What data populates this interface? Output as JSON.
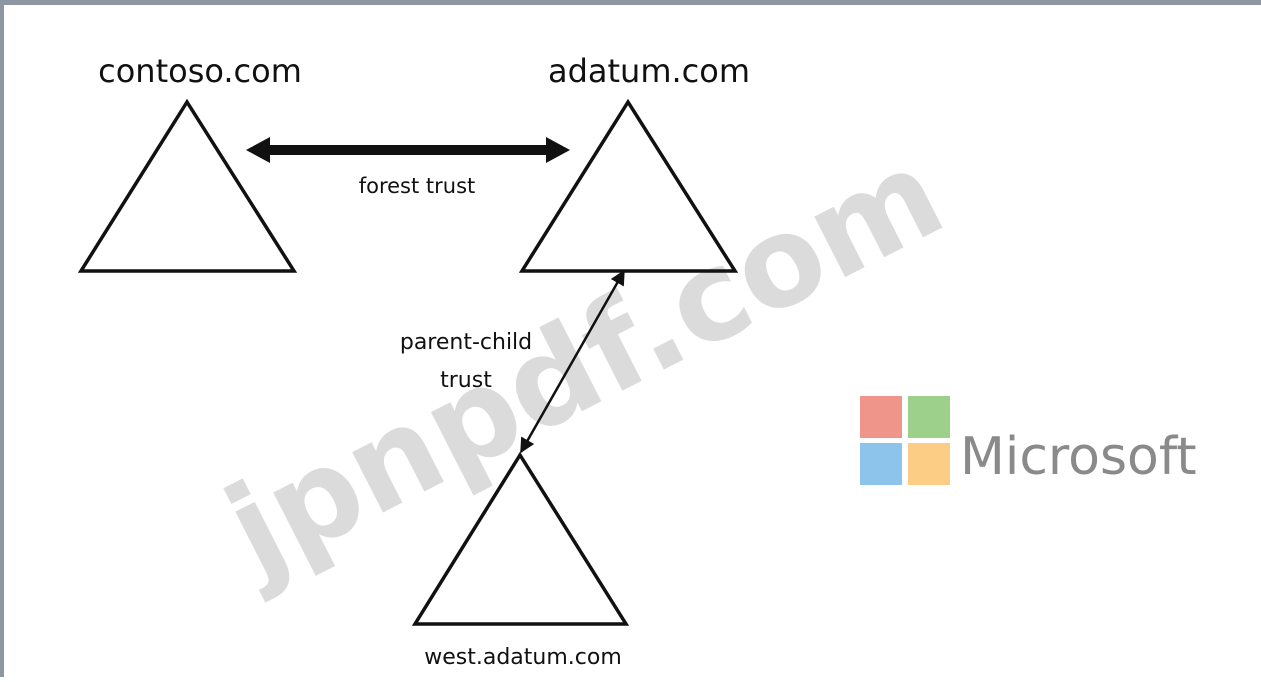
{
  "diagram": {
    "domains": [
      {
        "id": "contoso",
        "label": "contoso.com"
      },
      {
        "id": "adatum",
        "label": "adatum.com"
      },
      {
        "id": "west",
        "label": "west.adatum.com"
      }
    ],
    "trusts": [
      {
        "id": "forest",
        "label": "forest trust",
        "from": "contoso.com",
        "to": "adatum.com",
        "direction": "two-way"
      },
      {
        "id": "parent-child",
        "label_line1": "parent-child",
        "label_line2": "trust",
        "from": "west.adatum.com",
        "to": "adatum.com",
        "direction": "two-way"
      }
    ]
  },
  "logo": {
    "text": "Microsoft",
    "colors": [
      "#f0958a",
      "#9dd08a",
      "#8cc4ec",
      "#fccd85"
    ]
  },
  "watermark": {
    "text": "jpnpdf.com"
  }
}
